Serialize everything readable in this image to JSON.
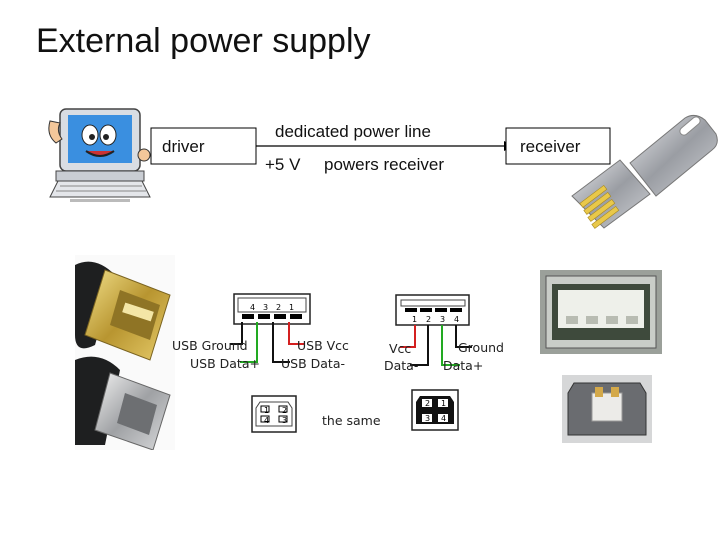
{
  "slide": {
    "title": "External power supply"
  },
  "flow": {
    "driver": "driver",
    "line_label": "dedicated power line",
    "voltage": "+5 V",
    "powers": "powers receiver",
    "receiver": "receiver"
  },
  "pinout": {
    "a_pins": [
      "4",
      "3",
      "2",
      "1"
    ],
    "a_pins_right": [
      "1",
      "2",
      "3",
      "4"
    ],
    "usb_ground": "USB Ground",
    "usb_vcc": "USB Vcc",
    "usb_data_plus": "USB Data+",
    "usb_data_minus": "USB Data-",
    "vcc": "Vcc",
    "ground": "Ground",
    "data_minus": "Data-",
    "data_plus": "Data+",
    "b_pins_left": [
      "1",
      "2",
      "4",
      "3"
    ],
    "b_pins_right": [
      "2",
      "1",
      "3",
      "4"
    ],
    "the_same": "the same"
  },
  "colors": {
    "red_wire": "#d42020",
    "green_wire": "#22aa22",
    "black_wire": "#111111"
  }
}
